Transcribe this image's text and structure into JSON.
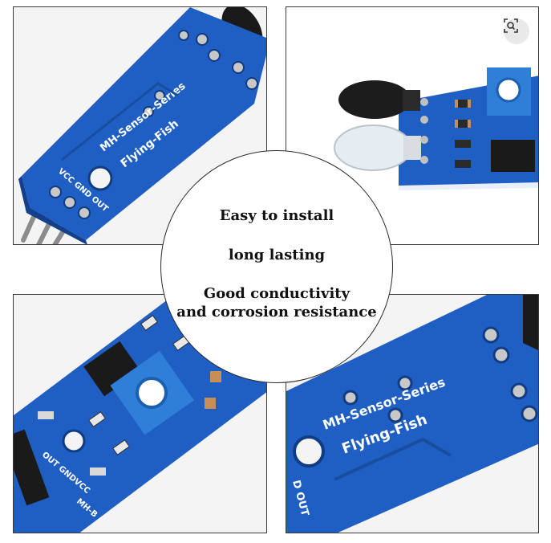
{
  "captions": {
    "line1": "Easy to install",
    "line2": "long lasting",
    "line3": "Good conductivity",
    "line4": "and corrosion resistance"
  },
  "board_labels": {
    "series": "MH-Sensor-Series",
    "name": "Flying-Fish",
    "pins": "VCC GND OUT",
    "pins_b": "OUT GNDVCC",
    "out": "D OUT",
    "model": "MH-B"
  },
  "colors": {
    "pcb_blue": "#1f5fc4",
    "pcb_dark": "#143f8a",
    "pot_blue": "#2f7fd8",
    "ir_led": "#1a1a1a"
  },
  "icons": {
    "zoom": "image-search-icon"
  }
}
